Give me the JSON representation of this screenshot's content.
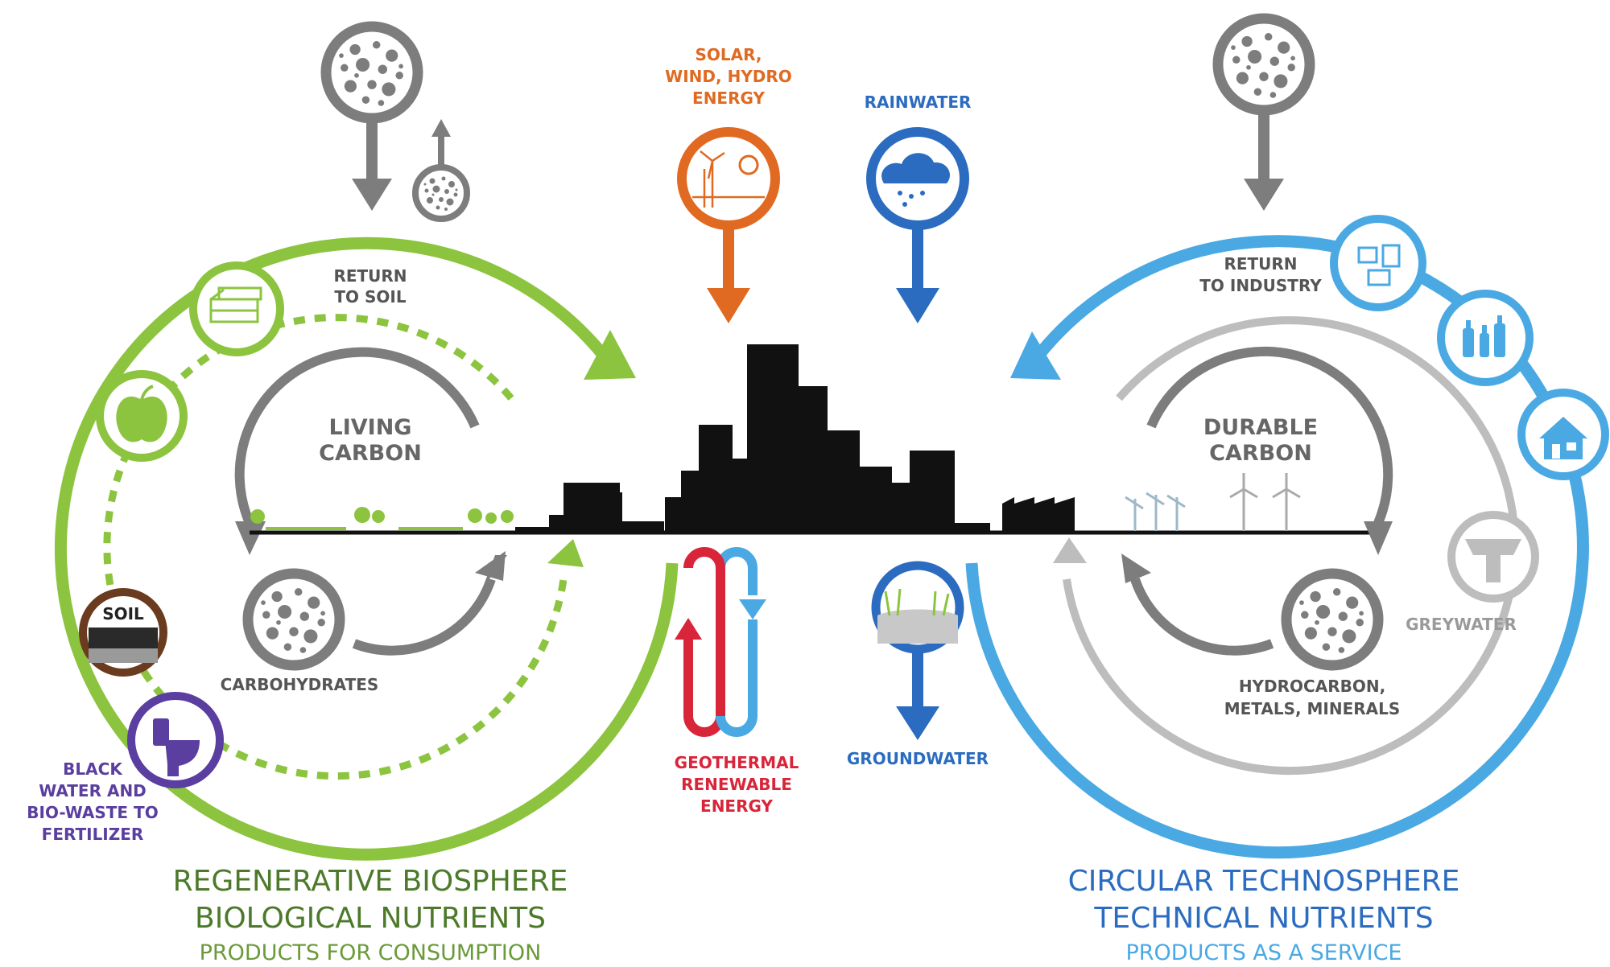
{
  "labels": {
    "solar": [
      "SOLAR,",
      "WIND, HYDRO",
      "ENERGY"
    ],
    "rainwater": "RAINWATER",
    "return_to_soil": [
      "RETURN",
      "TO SOIL"
    ],
    "return_to_industry": [
      "RETURN",
      "TO INDUSTRY"
    ],
    "living_carbon": [
      "LIVING",
      "CARBON"
    ],
    "durable_carbon": [
      "DURABLE",
      "CARBON"
    ],
    "carbohydrates": "CARBOHYDRATES",
    "hydrocarbon": [
      "HYDROCARBON,",
      "METALS, MINERALS"
    ],
    "greywater": "GREYWATER",
    "soil": "SOIL",
    "black_water": [
      "BLACK",
      "WATER AND",
      "BIO-WASTE TO",
      "FERTILIZER"
    ],
    "geothermal": [
      "GEOTHERMAL",
      "RENEWABLE",
      "ENERGY"
    ],
    "groundwater": "GROUNDWATER"
  },
  "footer": {
    "left_title_1": "REGENERATIVE BIOSPHERE",
    "left_title_2": "BIOLOGICAL NUTRIENTS",
    "left_subtitle": "PRODUCTS FOR CONSUMPTION",
    "right_title_1": "CIRCULAR TECHNOSPHERE",
    "right_title_2": "TECHNICAL NUTRIENTS",
    "right_subtitle": "PRODUCTS AS A SERVICE"
  },
  "colors": {
    "green": "#8cc43f",
    "dark_green": "#4d7a2a",
    "light_blue": "#4aa9e3",
    "blue": "#2b6cc0",
    "orange": "#e06a22",
    "red": "#d9253a",
    "grey": "#7d7d7d",
    "light_grey": "#bdbdbd",
    "purple": "#5a3ea0",
    "brown": "#6b3b1f"
  },
  "icons": [
    "resource-pool-icon",
    "lumber-icon",
    "apple-icon",
    "soil-icon",
    "toilet-icon",
    "wind-sun-icon",
    "rain-cloud-icon",
    "groundwater-icon",
    "devices-icon",
    "bottles-icon",
    "house-icon",
    "sink-icon",
    "city-skyline-icon"
  ]
}
